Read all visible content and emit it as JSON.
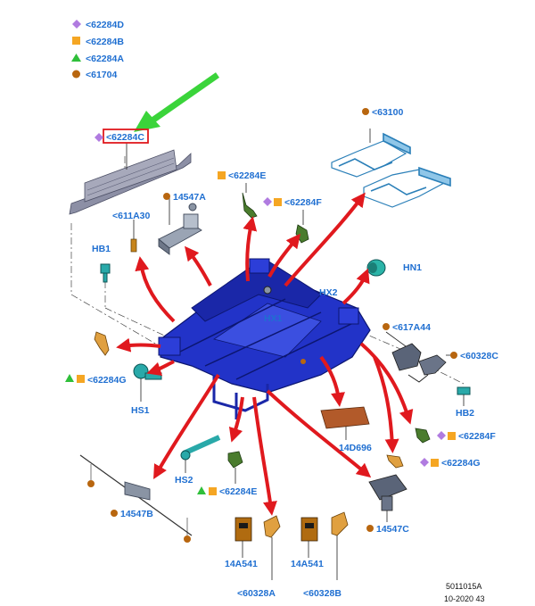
{
  "colors": {
    "label": "#1f6fd1",
    "diamond": "#b07be0",
    "square": "#f5a623",
    "triangle": "#2fbf3a",
    "circle": "#b8660f",
    "arrow_red": "#e0191e",
    "arrow_green": "#3ad43a",
    "frame": "#1a2fc9",
    "teal": "#29a9a9"
  },
  "legend": [
    {
      "symbol": "diamond",
      "text": "<62284D"
    },
    {
      "symbol": "square",
      "text": "<62284B"
    },
    {
      "symbol": "triangle",
      "text": "<62284A"
    },
    {
      "symbol": "circle",
      "text": "<61704"
    }
  ],
  "labels": {
    "l62284C": "<62284C",
    "l63100": "<63100",
    "l62284E_top": "<62284E",
    "l14547A": "14547A",
    "l62284F_top": "<62284F",
    "l611A30": "<611A30",
    "lHB1": "HB1",
    "lHN1": "HN1",
    "lHX2": "HX2",
    "lHX1": "HX1",
    "l617A44": "<617A44",
    "l60328C": "<60328C",
    "l62284G_left": "<62284G",
    "lHS1": "HS1",
    "lHB2": "HB2",
    "l14D696": "14D696",
    "l62284F_right": "<62284F",
    "l62284G_right": "<62284G",
    "lHS2": "HS2",
    "l62284E_bottom": "<62284E",
    "l14547B": "14547B",
    "l14547C": "14547C",
    "l14A541_a": "14A541",
    "l14A541_b": "14A541",
    "l60328A": "<60328A",
    "l60328B": "<60328B"
  },
  "footer": {
    "code": "5011015A",
    "date": "10-2020 43"
  }
}
